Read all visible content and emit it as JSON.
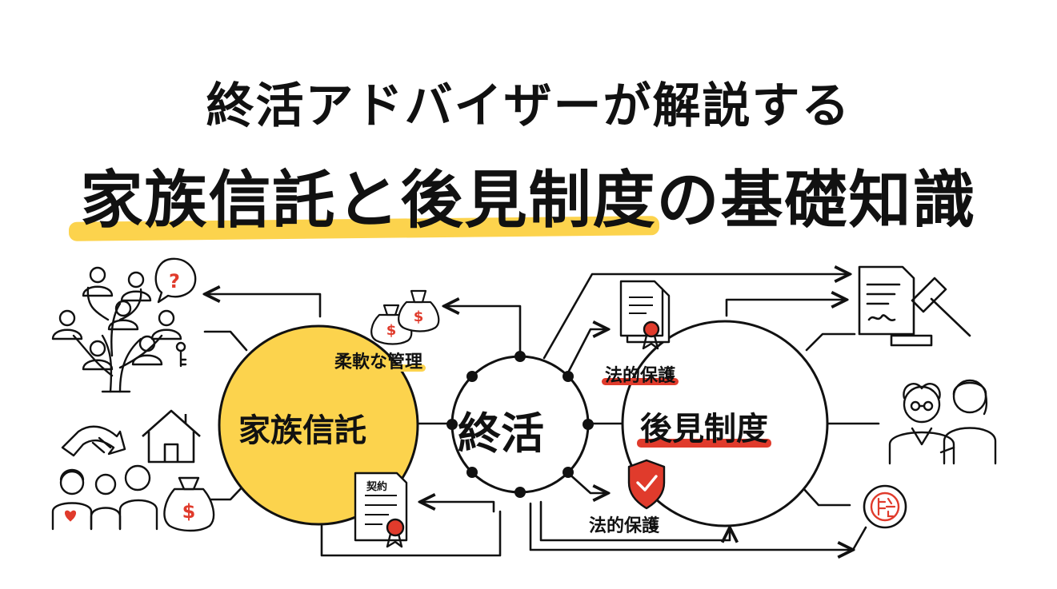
{
  "header": {
    "title_line1": "終活アドバイザーが解説する",
    "title_line2_highlighted": "家族信託と後見制度",
    "title_line2_rest": "の基礎知識"
  },
  "nodes": {
    "family_trust": "家族信託",
    "end_of_life": "終活",
    "guardianship": "後見制度"
  },
  "labels": {
    "flexible_management": "柔軟な管理",
    "legal_protection_top": "法的保護",
    "legal_protection_bottom": "法的保護",
    "contract": "契約"
  },
  "colors": {
    "accent_yellow": "#FCD34D",
    "accent_red": "#E03B2C",
    "line": "#111111"
  },
  "icons": [
    "family-tree-icon",
    "question-bubble-icon",
    "key-icon",
    "handshake-icon",
    "house-icon",
    "family-icon",
    "money-bag-icon",
    "money-bags-icon",
    "document-seal-icon",
    "contract-document-icon",
    "shield-check-icon",
    "court-document-gavel-icon",
    "elderly-caregiver-icon",
    "seal-stamp-icon"
  ]
}
